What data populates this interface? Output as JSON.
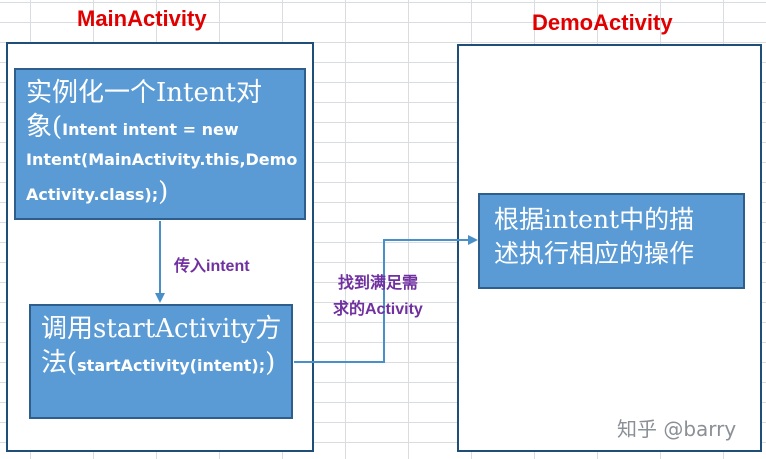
{
  "colors": {
    "title": "#e00000",
    "box_fill": "#5b9bd5",
    "box_text": "#ffffff",
    "label": "#7030a0",
    "arrow": "#4a90c8",
    "container_border": "#1f4e79"
  },
  "main_activity": {
    "title": "MainActivity",
    "box1": {
      "line1_big": "实例化一个Intent对",
      "line2_big": "象(",
      "line2_code": "Intent intent = new",
      "line3_code": "Intent(MainActivity.this,Demo",
      "line4_code": "Activity.class);",
      "line4_end": ")"
    },
    "box2": {
      "line1_big": "调用startActivity方",
      "line2_big": "法(",
      "line2_code": "startActivity(intent);",
      "line2_end": ")"
    }
  },
  "arrow_label_1": "传入intent",
  "arrow_label_2": {
    "line1": "找到满足需",
    "line2": "求的Activity"
  },
  "demo_activity": {
    "title": "DemoActivity",
    "box": {
      "line1": "根据intent中的描",
      "line2": "述执行相应的操作"
    }
  },
  "watermark": "知乎 @barry"
}
